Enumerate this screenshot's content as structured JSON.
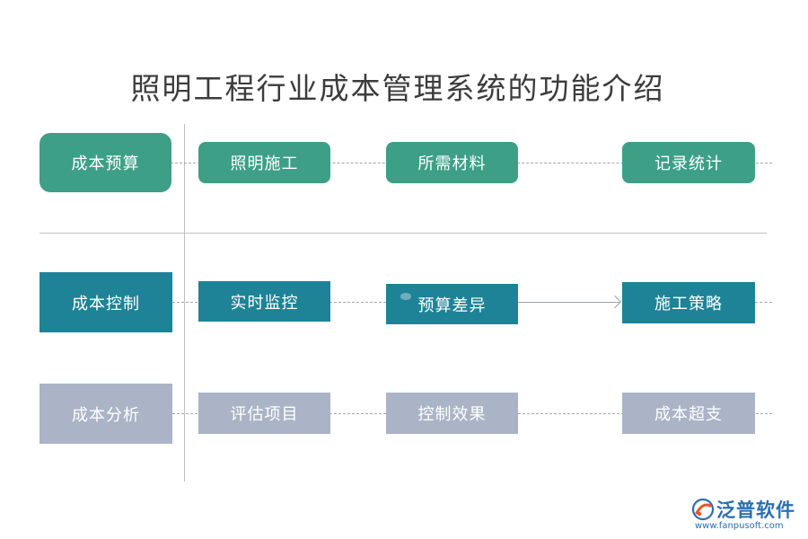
{
  "title": "照明工程行业成本管理系统的功能介绍",
  "rows": [
    {
      "category": "成本预算",
      "items": [
        "照明施工",
        "所需材料",
        "记录统计"
      ]
    },
    {
      "category": "成本控制",
      "items": [
        "实时监控",
        "预算差异",
        "施工策略"
      ]
    },
    {
      "category": "成本分析",
      "items": [
        "评估项目",
        "控制效果",
        "成本超支"
      ]
    }
  ],
  "colors": {
    "row1": "#3e9f87",
    "row2": "#1e8397",
    "row3": "#aab4c6"
  },
  "logo": {
    "name": "泛普软件",
    "url": "www.fanpusoft.com",
    "icon": "fanpu-logo-icon"
  }
}
